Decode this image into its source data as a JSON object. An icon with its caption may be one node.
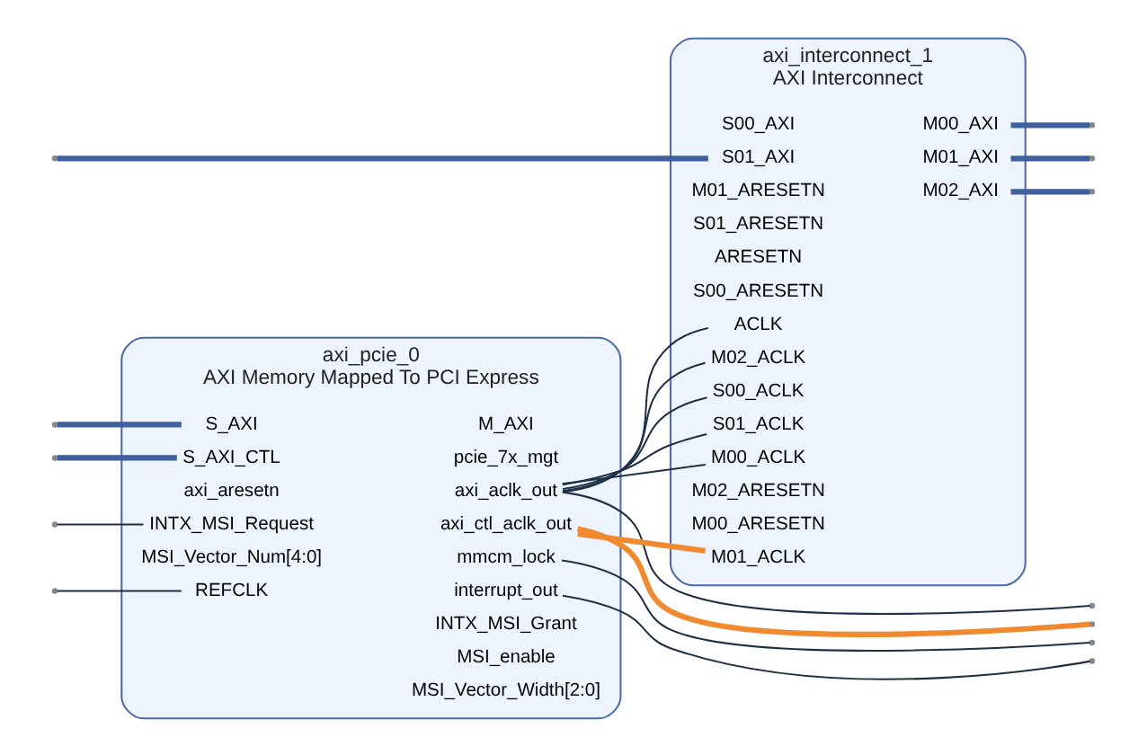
{
  "diagram": {
    "nodes": [
      {
        "text": [
          "axi_pcie_0",
          "AXI Memory Mapped To PCI Express"
        ]
      },
      {
        "text": [
          "S_AXI"
        ],
        "in": 0
      },
      {
        "text": [
          "S_AXI_CTL"
        ],
        "in": 0
      },
      {
        "text": [
          "axi_aresetn"
        ],
        "in": 0
      },
      {
        "text": [
          "INTX_MSI_Request"
        ],
        "in": 0
      },
      {
        "text": [
          "MSI_Vector_Num[4:0]"
        ],
        "in": 0
      },
      {
        "text": [
          "REFCLK"
        ],
        "in": 0
      },
      {
        "text": [
          "M_AXI"
        ],
        "in": 0
      },
      {
        "text": [
          "pcie_7x_mgt"
        ],
        "in": 0
      },
      {
        "text": [
          "axi_aclk_out"
        ],
        "in": 0
      },
      {
        "text": [
          "axi_ctl_aclk_out"
        ],
        "in": 0
      },
      {
        "text": [
          "mmcm_lock"
        ],
        "in": 0
      },
      {
        "text": [
          "interrupt_out"
        ],
        "in": 0
      },
      {
        "text": [
          "INTX_MSI_Grant"
        ],
        "in": 0
      },
      {
        "text": [
          "MSI_enable"
        ],
        "in": 0
      },
      {
        "text": [
          "MSI_Vector_Width[2:0]"
        ],
        "in": 0
      },
      {
        "text": [
          "axi_interconnect_1",
          "AXI Interconnect"
        ]
      },
      {
        "text": [
          "S00_AXI"
        ],
        "in": 16
      },
      {
        "text": [
          "S01_AXI"
        ],
        "in": 16
      },
      {
        "text": [
          "ACLK"
        ],
        "in": 16
      },
      {
        "text": [
          "ARESETN"
        ],
        "in": 16
      },
      {
        "text": [
          "S00_ACLK"
        ],
        "in": 16
      },
      {
        "text": [
          "S00_ARESETN"
        ],
        "in": 16
      },
      {
        "text": [
          "M00_ACLK"
        ],
        "in": 16
      },
      {
        "text": [
          "M00_ARESETN"
        ],
        "in": 16
      },
      {
        "text": [
          "M01_ACLK"
        ],
        "in": 16
      },
      {
        "text": [
          "M01_ARESETN"
        ],
        "in": 16
      },
      {
        "text": [
          "S01_ACLK"
        ],
        "in": 16
      },
      {
        "text": [
          "S01_ARESETN"
        ],
        "in": 16
      },
      {
        "text": [
          "M02_ACLK"
        ],
        "in": 16
      },
      {
        "text": [
          "M02_ARESETN"
        ],
        "in": 16
      },
      {
        "text": [
          "M00_AXI"
        ],
        "in": 16
      },
      {
        "text": [
          "M01_AXI"
        ],
        "in": 16
      },
      {
        "text": [
          "M02_AXI"
        ],
        "in": 16
      }
    ],
    "edges": [
      {
        "from": null,
        "to": 1,
        "arrow": "none",
        "style": "thick",
        "color": "#3f5f9f"
      },
      {
        "from": null,
        "to": 2,
        "arrow": "none",
        "style": "thick",
        "color": "#3f5f9f"
      },
      {
        "from": null,
        "to": 4,
        "arrow": "none"
      },
      {
        "from": null,
        "to": 6,
        "arrow": "none"
      },
      {
        "from": 9,
        "to": null,
        "arrow": "none"
      },
      {
        "from": 9,
        "to": 19,
        "arrow": "none"
      },
      {
        "from": 9,
        "to": 21,
        "arrow": "none"
      },
      {
        "from": 9,
        "to": 23,
        "arrow": "none"
      },
      {
        "from": 9,
        "to": 27,
        "arrow": "none"
      },
      {
        "from": 9,
        "to": 29,
        "arrow": "none"
      },
      {
        "from": 10,
        "to": null,
        "arrow": "none",
        "style": "thick",
        "color": "#f08a30"
      },
      {
        "from": 10,
        "to": 25,
        "arrow": "none",
        "style": "thick",
        "color": "#f08a30"
      },
      {
        "from": 11,
        "to": null,
        "arrow": "none"
      },
      {
        "from": 12,
        "to": null,
        "arrow": "none"
      },
      {
        "from": null,
        "to": 18,
        "arrow": "none",
        "style": "thick",
        "color": "#3f5f9f"
      },
      {
        "from": 31,
        "to": null,
        "arrow": "none",
        "style": "thick",
        "color": "#3f5f9f"
      },
      {
        "from": 32,
        "to": null,
        "arrow": "none",
        "style": "thick",
        "color": "#3f5f9f"
      },
      {
        "from": 33,
        "to": null,
        "arrow": "none",
        "style": "thick",
        "color": "#3f5f9f"
      }
    ]
  }
}
